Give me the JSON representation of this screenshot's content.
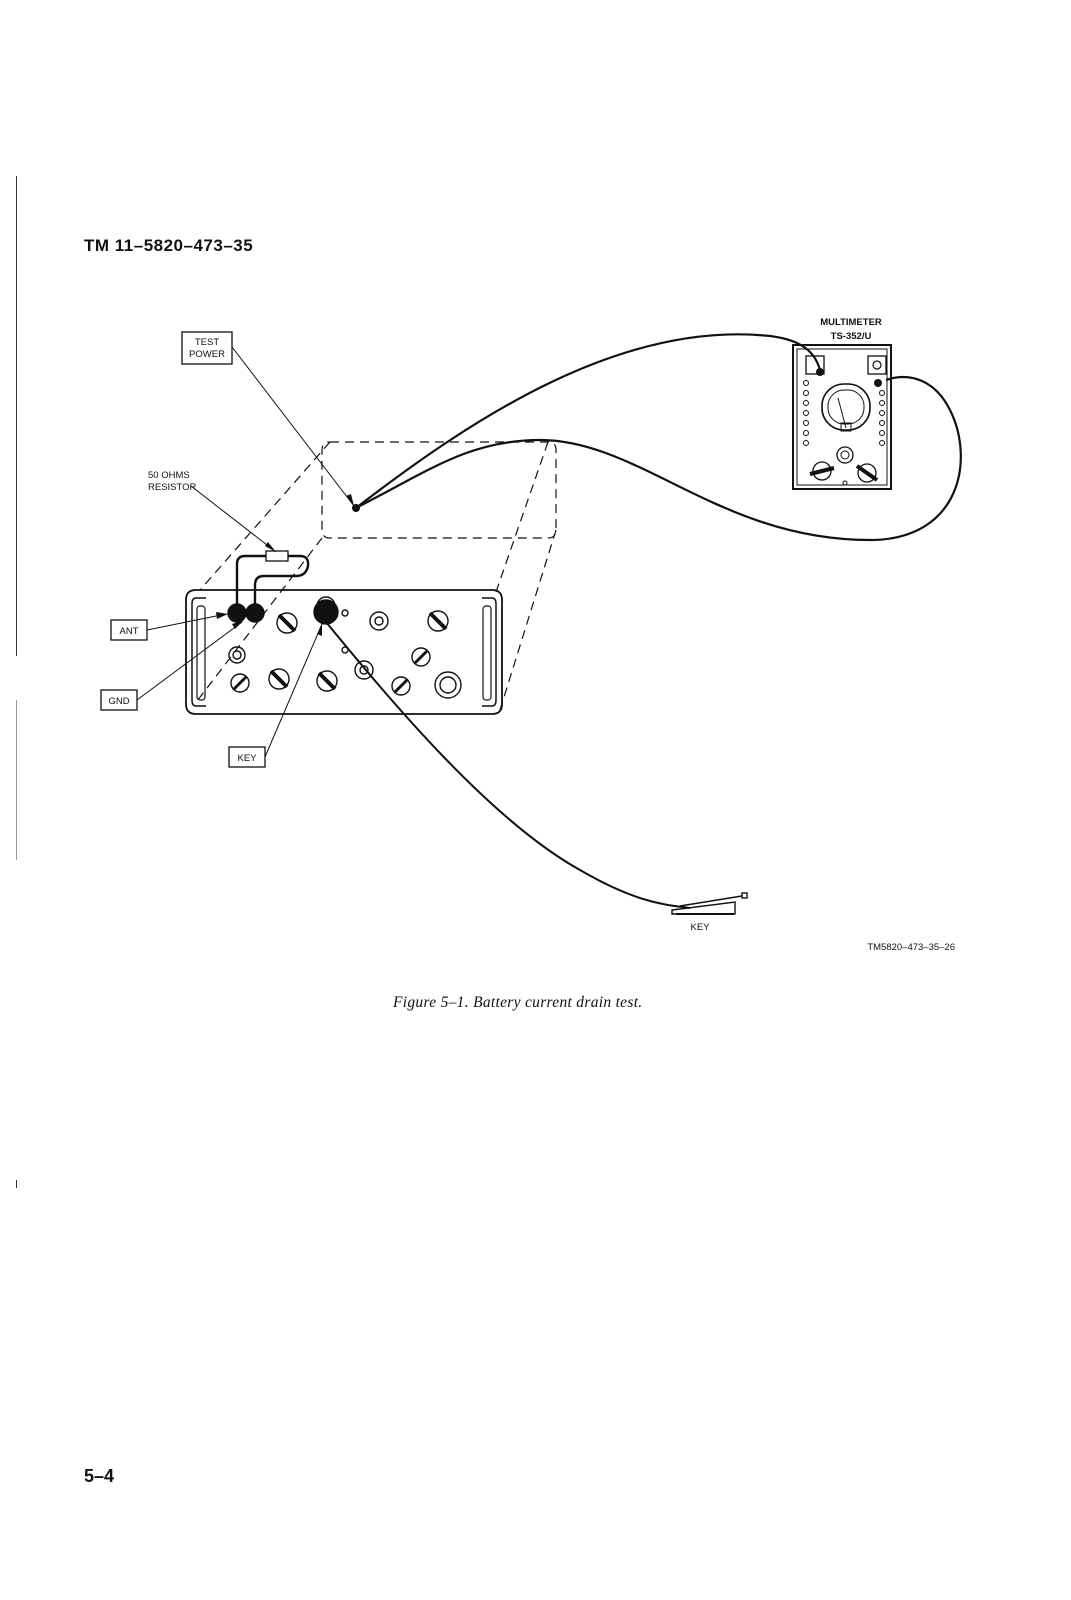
{
  "document": {
    "header": "TM 11–5820–473–35",
    "page_number": "5–4",
    "caption": "Figure 5–1.  Battery current drain test.",
    "figure_id": "TM5820–473–35–26"
  },
  "labels": {
    "test_power_line1": "TEST",
    "test_power_line2": "POWER",
    "resistor_line1": "50 OHMS",
    "resistor_line2": "RESISTOR",
    "ant": "ANT",
    "gnd": "GND",
    "key_box": "KEY",
    "key_bottom": "KEY",
    "multimeter_line1": "MULTIMETER",
    "multimeter_line2": "TS-352/U"
  }
}
